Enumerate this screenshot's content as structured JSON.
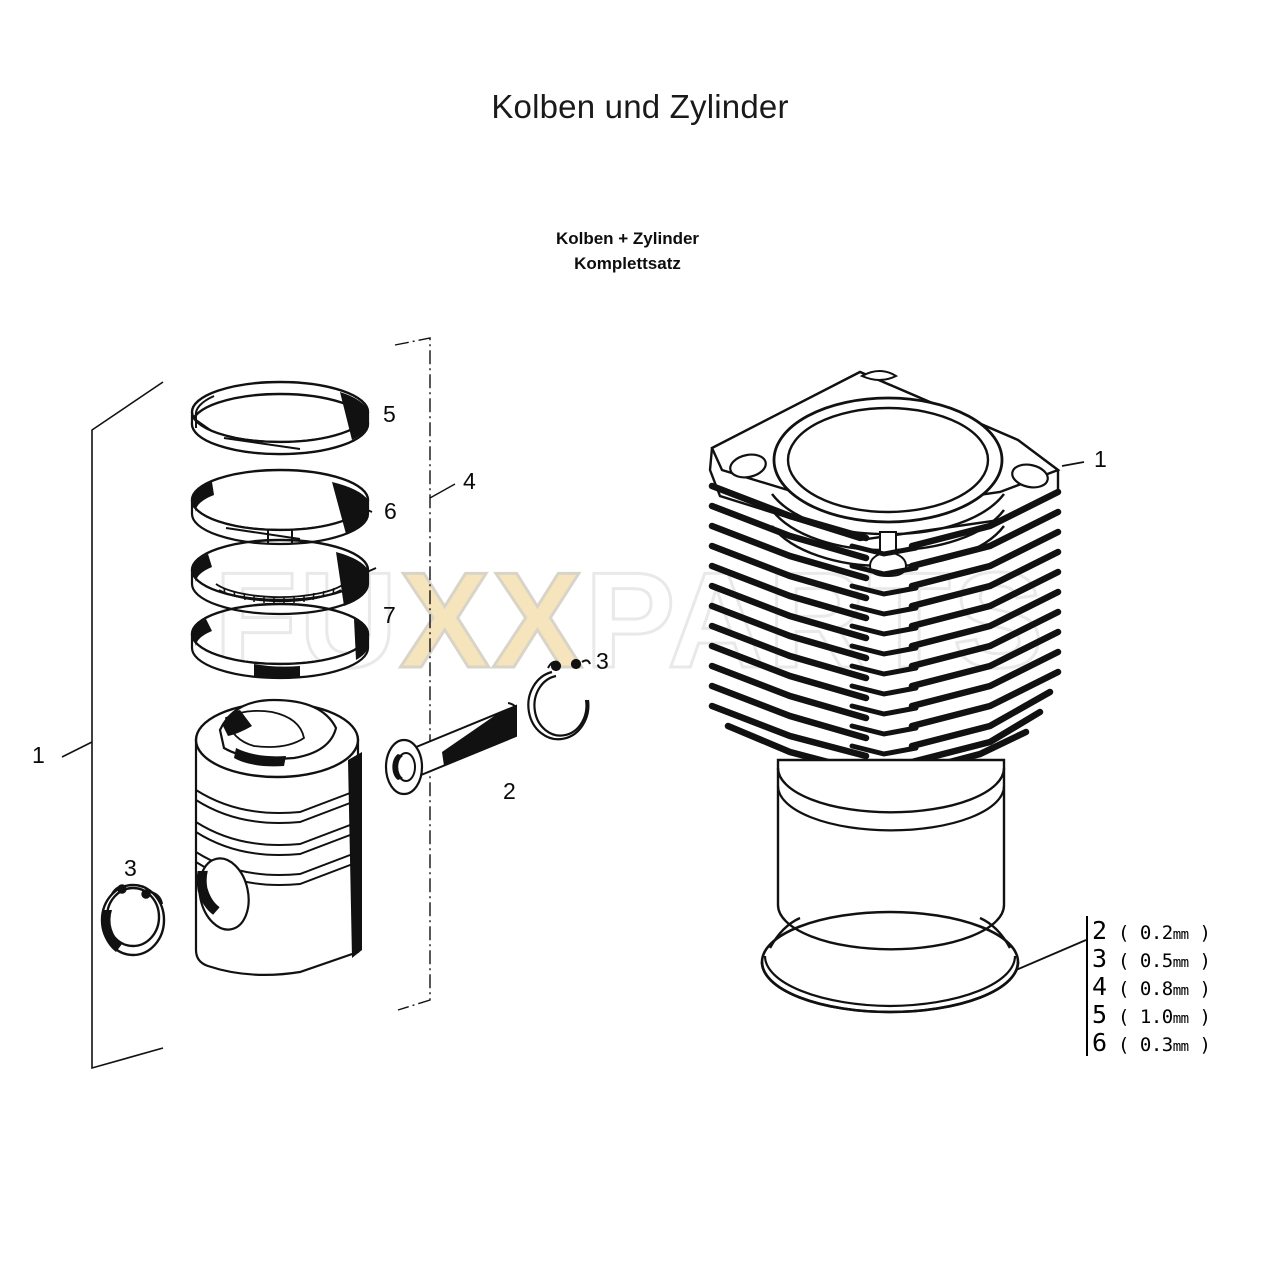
{
  "document": {
    "title": "Kolben und Zylinder",
    "subtitle_line1": "Kolben + Zylinder",
    "subtitle_line2": "Komplettsatz"
  },
  "watermark": {
    "part_left": "FU",
    "part_middle": "XX",
    "part_right": "PARTS",
    "full_text": "FUXXPARTS",
    "color_pale": "#e9e9e9",
    "color_accent": "#f6e4bd"
  },
  "callouts": [
    {
      "id": "bracket-left",
      "label": "1",
      "meaning": "Kolben + Zylinder Komplettsatz (assembly bracket)"
    },
    {
      "id": "ring-top",
      "label": "5",
      "meaning": "Kompressionsring oben"
    },
    {
      "id": "ring-second",
      "label": "6",
      "meaning": "Kompressionsring"
    },
    {
      "id": "ring-oil",
      "label": "7",
      "meaning": "Oelabstreifring"
    },
    {
      "id": "ring-set",
      "label": "4",
      "meaning": "Kolbenringsatz"
    },
    {
      "id": "wrist-pin",
      "label": "2",
      "meaning": "Kolbenbolzen"
    },
    {
      "id": "circlip-right",
      "label": "3",
      "meaning": "Sicherungsring"
    },
    {
      "id": "circlip-left",
      "label": "3",
      "meaning": "Sicherungsring"
    },
    {
      "id": "cylinder",
      "label": "1",
      "meaning": "Zylinder"
    }
  ],
  "shim_legend": {
    "rows": [
      {
        "num": "2",
        "value": "0.2",
        "unit": "mm"
      },
      {
        "num": "3",
        "value": "0.5",
        "unit": "mm"
      },
      {
        "num": "4",
        "value": "0.8",
        "unit": "mm"
      },
      {
        "num": "5",
        "value": "1.0",
        "unit": "mm"
      },
      {
        "num": "6",
        "value": "0.3",
        "unit": "mm"
      }
    ]
  }
}
